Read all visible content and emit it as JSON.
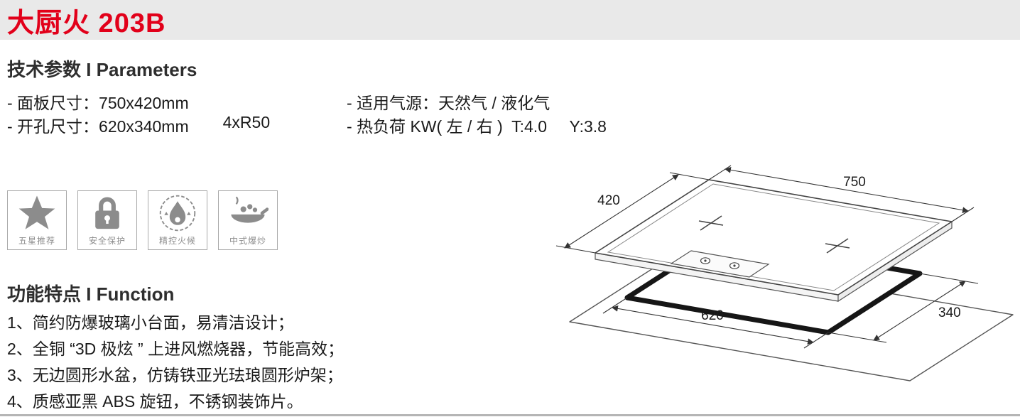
{
  "colors": {
    "accent_red": "#e2001a",
    "icon_gray": "#8c8c8c"
  },
  "banner": {
    "title": "大厨火 203B"
  },
  "parameters": {
    "heading": "技术参数 I Parameters",
    "panel_size": "- 面板尺寸：750x420mm",
    "gas_source": "- 适用气源：天然气 / 液化气",
    "cutout_size": "- 开孔尺寸：620x340mm",
    "cutout_radius": "4xR50",
    "heat_load": "- 热负荷 KW( 左 / 右 )  T:4.0     Y:3.8"
  },
  "features": {
    "items": [
      {
        "icon": "star-icon",
        "label": "五星推荐"
      },
      {
        "icon": "lock-icon",
        "label": "安全保护"
      },
      {
        "icon": "flame-icon",
        "label": "精控火候"
      },
      {
        "icon": "wok-icon",
        "label": "中式爆炒"
      }
    ]
  },
  "functions": {
    "heading": "功能特点 I Function",
    "items": [
      "1、简约防爆玻璃小台面，易清洁设计；",
      "2、全铜 “3D 极炫 ” 上进风燃烧器，节能高效；",
      "3、无边圆形水盆，仿铸铁亚光珐琅圆形炉架；",
      "4、质感亚黑 ABS 旋钮，不锈钢装饰片。"
    ]
  },
  "diagram": {
    "dim_top": "750",
    "dim_left": "420",
    "dim_bottom": "620",
    "dim_right": "340"
  }
}
